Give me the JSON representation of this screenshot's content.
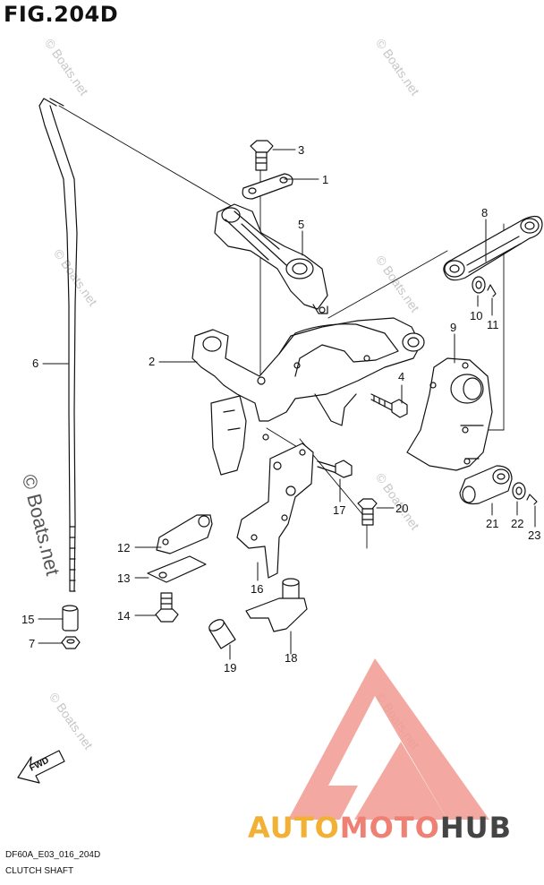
{
  "figure": {
    "title": "FIG.204D"
  },
  "callouts": [
    {
      "id": "c1",
      "text": "1"
    },
    {
      "id": "c2",
      "text": "2"
    },
    {
      "id": "c3",
      "text": "3"
    },
    {
      "id": "c4",
      "text": "4"
    },
    {
      "id": "c5",
      "text": "5"
    },
    {
      "id": "c6",
      "text": "6"
    },
    {
      "id": "c7",
      "text": "7"
    },
    {
      "id": "c8",
      "text": "8"
    },
    {
      "id": "c9",
      "text": "9"
    },
    {
      "id": "c10",
      "text": "10"
    },
    {
      "id": "c11",
      "text": "11"
    },
    {
      "id": "c12",
      "text": "12"
    },
    {
      "id": "c13",
      "text": "13"
    },
    {
      "id": "c14",
      "text": "14"
    },
    {
      "id": "c15",
      "text": "15"
    },
    {
      "id": "c16",
      "text": "16"
    },
    {
      "id": "c17",
      "text": "17"
    },
    {
      "id": "c18",
      "text": "18"
    },
    {
      "id": "c19",
      "text": "19"
    },
    {
      "id": "c20",
      "text": "20"
    },
    {
      "id": "c21",
      "text": "21"
    },
    {
      "id": "c22",
      "text": "22"
    },
    {
      "id": "c23",
      "text": "23"
    }
  ],
  "fwd_label": "FWD",
  "footer": {
    "code": "DF60A_E03_016_204D",
    "name": "CLUTCH SHAFT"
  },
  "watermark": {
    "small": "© Boats.net",
    "large": "© Boats.net"
  },
  "brand": {
    "part1": "AUTO",
    "part2": "MOTO",
    "part3": "HUB"
  },
  "colors": {
    "brand_yellow": "#f2b035",
    "brand_red": "#ef8074",
    "brand_dark": "#444444",
    "line": "#111111"
  }
}
